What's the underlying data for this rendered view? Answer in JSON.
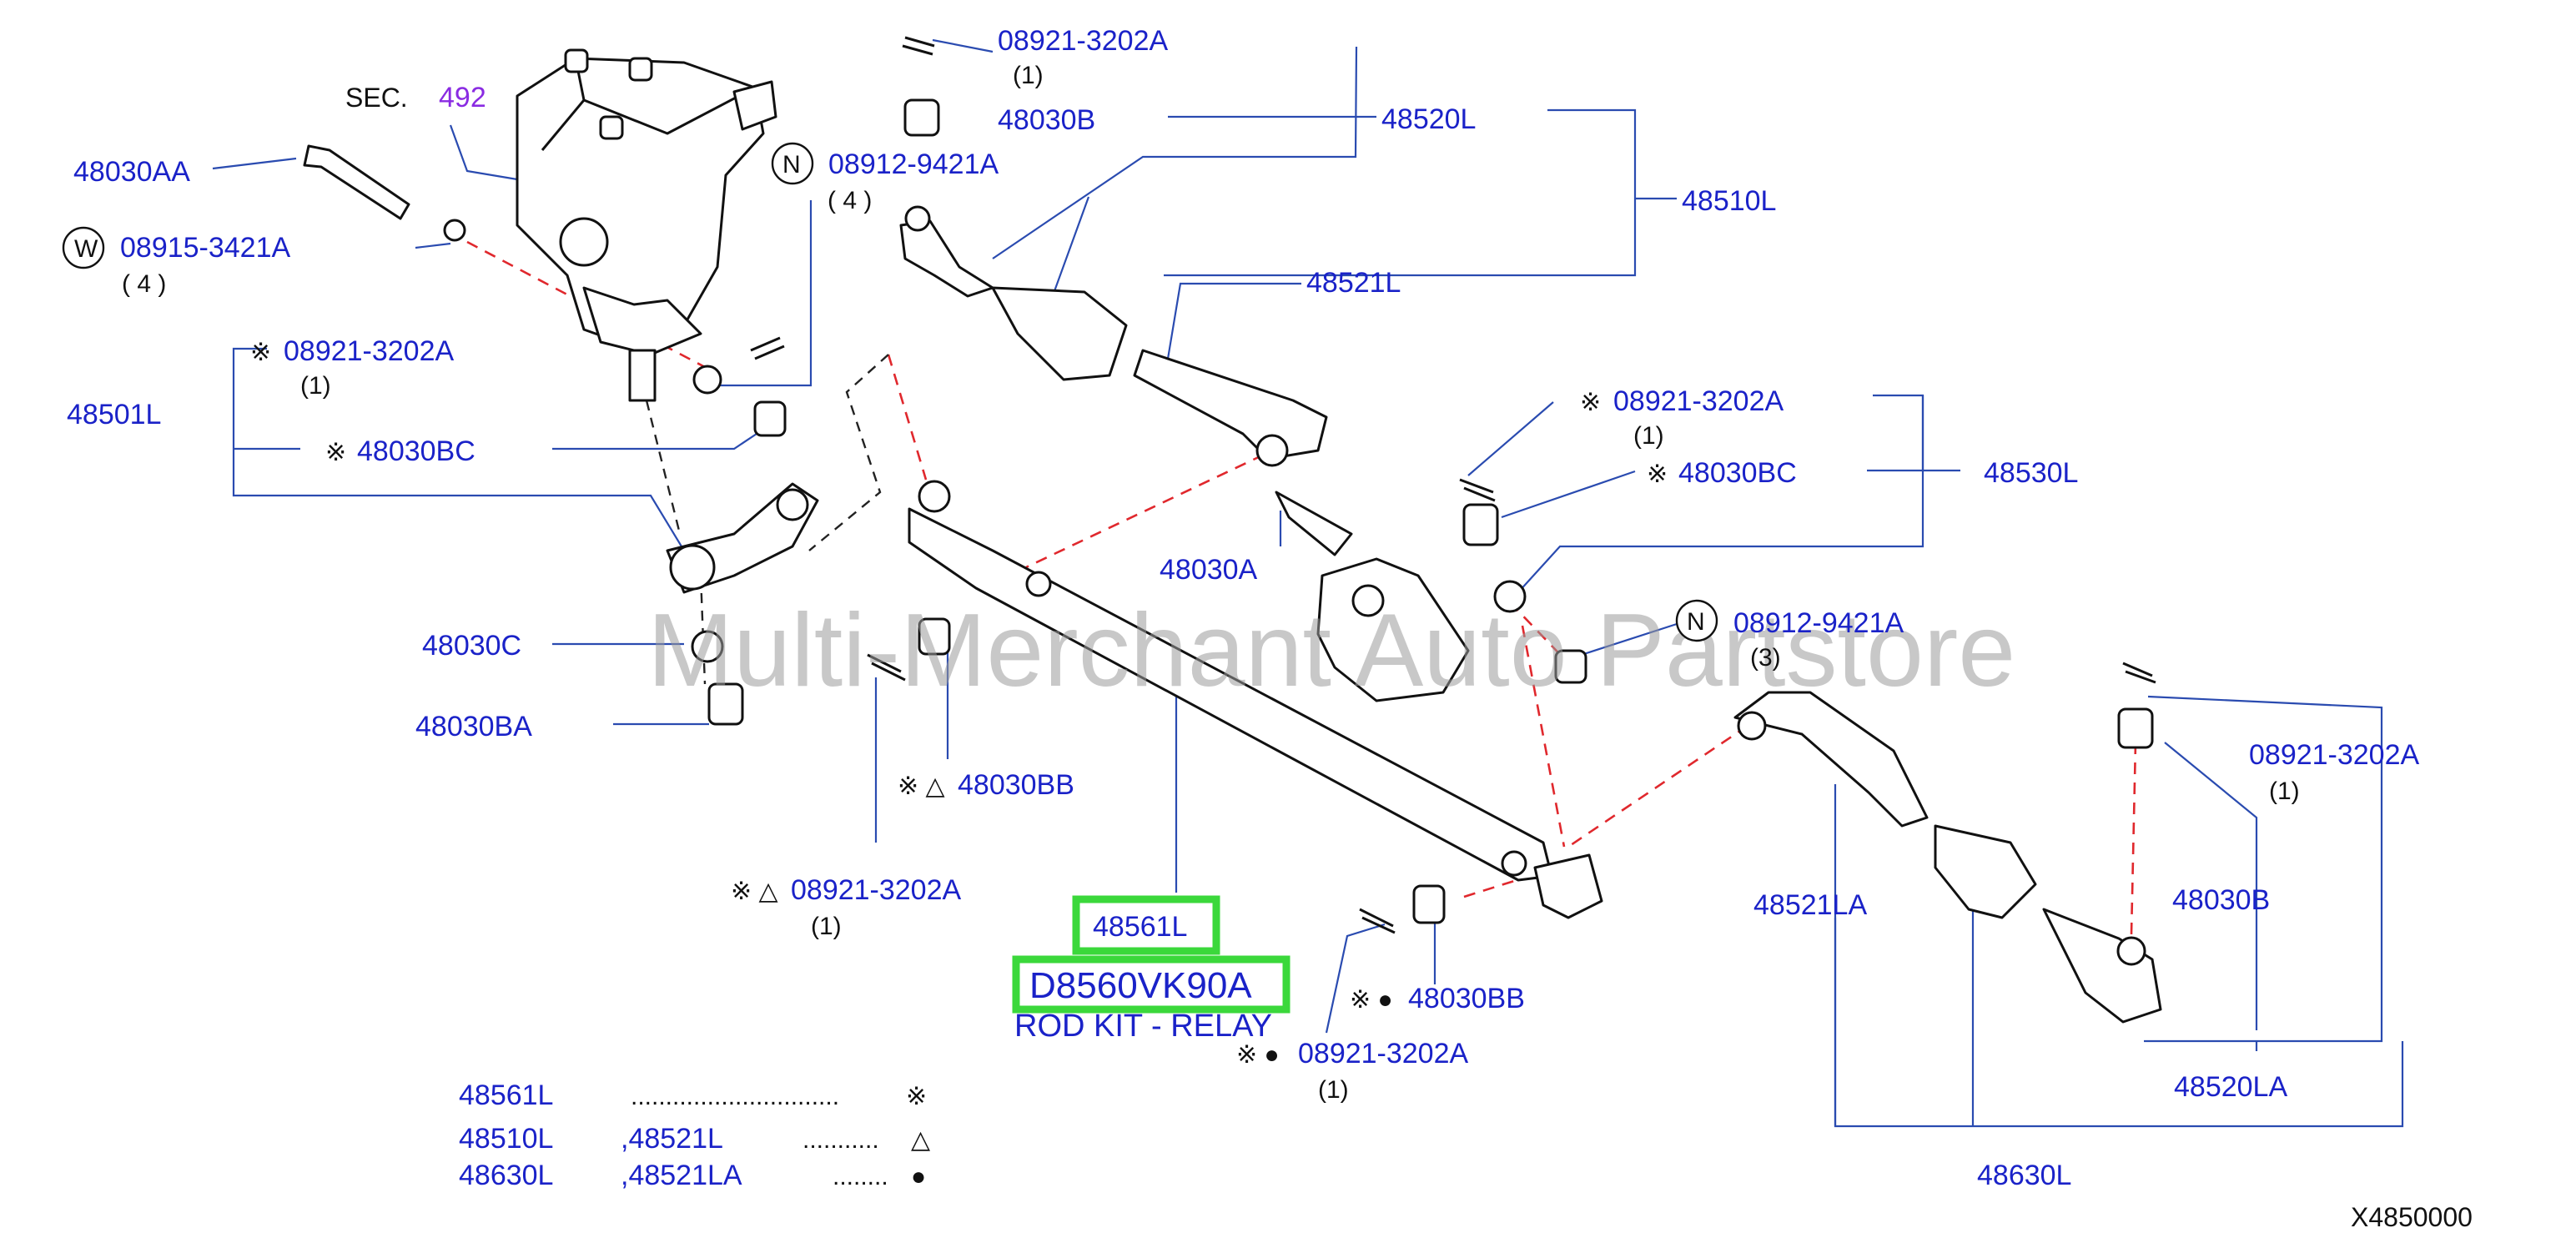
{
  "section": {
    "prefix": "SEC.",
    "number": "492"
  },
  "watermark": "Multi-Merchant Auto Partstore",
  "diagram_code": "X4850000",
  "highlight": {
    "part": "48561L",
    "kit_code": "D8560VK90A",
    "kit_name": "ROD KIT - RELAY"
  },
  "labels": {
    "p48030AA": "48030AA",
    "p08915": "08915-3421A",
    "p08915_qty": "( 4 )",
    "w_mark": "W",
    "n_mark": "N",
    "p08921_left": "08921-3202A",
    "p08921_left_qty": "(1)",
    "p48501L": "48501L",
    "p48030BC_left": "48030BC",
    "p48030C": "48030C",
    "p48030BA": "48030BA",
    "p48030BB_mid": "48030BB",
    "p08921_mid": "08921-3202A",
    "p08921_mid_qty": "(1)",
    "p08921_top": "08921-3202A",
    "p08921_top_qty": "(1)",
    "p48030B_top": "48030B",
    "p48520L": "48520L",
    "p08912_top": "08912-9421A",
    "p08912_top_qty": "( 4 )",
    "p48510L": "48510L",
    "p48521L": "48521L",
    "p08921_right": "08921-3202A",
    "p08921_right_qty": "(1)",
    "p48030BC_right": "48030BC",
    "p48530L": "48530L",
    "p48030A": "48030A",
    "p08912_right": "08912-9421A",
    "p08912_right_qty": "(3)",
    "p08921_far": "08921-3202A",
    "p08921_far_qty": "(1)",
    "p48521LA": "48521LA",
    "p48030B_right": "48030B",
    "p48030BB_low": "48030BB",
    "p08921_low": "08921-3202A",
    "p08921_low_qty": "(1)",
    "p48520LA": "48520LA",
    "p48630L": "48630L"
  },
  "marks": {
    "asterisk": "※",
    "asterisk_triangle": "※ △",
    "asterisk_dot": "※ ●"
  },
  "legend": [
    {
      "parts": "48561L",
      "second": "",
      "dots": "..............................",
      "symbol": "※"
    },
    {
      "parts": "48510L",
      "second": ",48521L",
      "dots": "...........",
      "symbol": "△"
    },
    {
      "parts": "48630L",
      "second": ",48521LA",
      "dots": "........",
      "symbol": "●"
    }
  ]
}
